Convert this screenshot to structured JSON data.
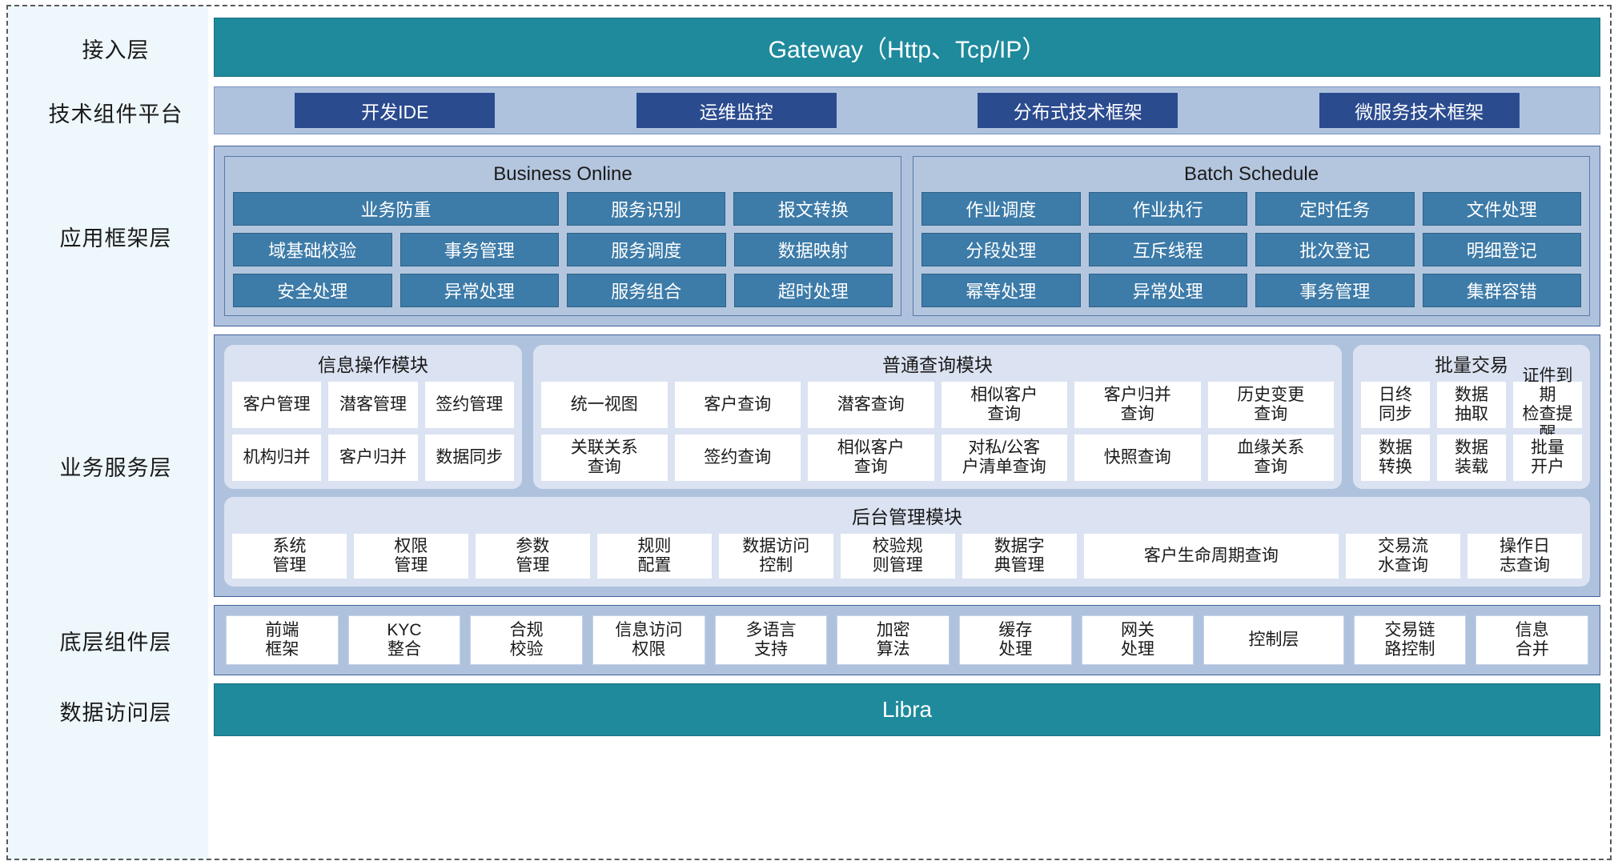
{
  "layers": {
    "access": {
      "label": "接入层",
      "banner": "Gateway（Http、Tcp/IP）"
    },
    "tech": {
      "label": "技术组件平台",
      "chips": [
        "开发IDE",
        "运维监控",
        "分布式技术框架",
        "微服务技术框架"
      ]
    },
    "app": {
      "label": "应用框架层",
      "panels": [
        {
          "title": "Business Online",
          "rows": [
            [
              "业务防重",
              "服务识别",
              "报文转换"
            ],
            [
              "域基础校验",
              "事务管理",
              "服务调度",
              "数据映射"
            ],
            [
              "安全处理",
              "异常处理",
              "服务组合",
              "超时处理"
            ]
          ]
        },
        {
          "title": "Batch Schedule",
          "rows": [
            [
              "作业调度",
              "作业执行",
              "定时任务",
              "文件处理"
            ],
            [
              "分段处理",
              "互斥线程",
              "批次登记",
              "明细登记"
            ],
            [
              "幂等处理",
              "异常处理",
              "事务管理",
              "集群容错"
            ]
          ]
        }
      ]
    },
    "business": {
      "label": "业务服务层",
      "modules": [
        {
          "title": "信息操作模块",
          "rows": [
            [
              "客户管理",
              "潜客管理",
              "签约管理"
            ],
            [
              "机构归并",
              "客户归并",
              "数据同步"
            ]
          ]
        },
        {
          "title": "普通查询模块",
          "rows": [
            [
              "统一视图",
              "客户查询",
              "潜客查询",
              "相似客户\n查询",
              "客户归并\n查询",
              "历史变更\n查询"
            ],
            [
              "关联关系\n查询",
              "签约查询",
              "相似客户\n查询",
              "对私/公客\n户清单查询",
              "快照查询",
              "血缘关系\n查询"
            ]
          ]
        },
        {
          "title": "批量交易",
          "rows": [
            [
              "日终\n同步",
              "数据\n抽取",
              "证件到期\n检查提醒"
            ],
            [
              "数据\n转换",
              "数据\n装载",
              "批量\n开户"
            ]
          ]
        }
      ],
      "admin": {
        "title": "后台管理模块",
        "cells": [
          "系统\n管理",
          "权限\n管理",
          "参数\n管理",
          "规则\n配置",
          "数据访问\n控制",
          "校验规\n则管理",
          "数据字\n典管理",
          "客户生命周期查询",
          "交易流\n水查询",
          "操作日\n志查询"
        ]
      }
    },
    "base": {
      "label": "底层组件层",
      "cells": [
        "前端\n框架",
        "KYC\n整合",
        "合规\n校验",
        "信息访问\n权限",
        "多语言\n支持",
        "加密\n算法",
        "缓存\n处理",
        "网关\n处理",
        "控制层",
        "交易链\n路控制",
        "信息\n合并"
      ]
    },
    "data": {
      "label": "数据访问层",
      "banner": "Libra"
    }
  },
  "colors": {
    "teal": "#1e8a9c",
    "band_blue": "#afc2dd",
    "chip_navy": "#2b4b8f",
    "cell_blue": "#3d7ba8",
    "module_bg": "#dbe2f1",
    "white_cell": "#ffffff"
  }
}
